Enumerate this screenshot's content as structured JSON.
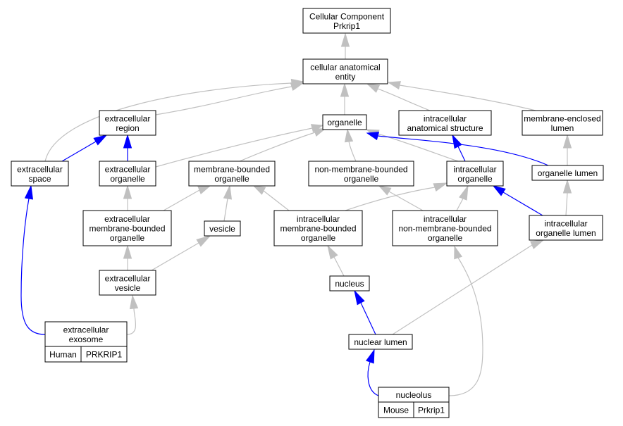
{
  "colors": {
    "is_a_edge": "#c0c0c0",
    "part_of_edge": "#0000ff",
    "human_tag": "#fa6a4f",
    "mouse_tag": "#add8e6"
  },
  "nodes": {
    "root": {
      "lines": [
        "Cellular Component",
        "Prkrip1"
      ]
    },
    "cae": {
      "lines": [
        "cellular anatomical",
        "entity"
      ]
    },
    "exreg": {
      "lines": [
        "extracellular",
        "region"
      ]
    },
    "org": {
      "lines": [
        "organelle"
      ]
    },
    "ias": {
      "lines": [
        "intracellular",
        "anatomical structure"
      ]
    },
    "mel": {
      "lines": [
        "membrane-enclosed",
        "lumen"
      ]
    },
    "exsp": {
      "lines": [
        "extracellular",
        "space"
      ]
    },
    "exorg": {
      "lines": [
        "extracellular",
        "organelle"
      ]
    },
    "mbo": {
      "lines": [
        "membrane-bounded",
        "organelle"
      ]
    },
    "nmbo": {
      "lines": [
        "non-membrane-bounded",
        "organelle"
      ]
    },
    "io": {
      "lines": [
        "intracellular",
        "organelle"
      ]
    },
    "ol": {
      "lines": [
        "organelle lumen"
      ]
    },
    "exmbo": {
      "lines": [
        "extracellular",
        "membrane-bounded",
        "organelle"
      ]
    },
    "ves": {
      "lines": [
        "vesicle"
      ]
    },
    "imbo": {
      "lines": [
        "intracellular",
        "membrane-bounded",
        "organelle"
      ]
    },
    "inmbo": {
      "lines": [
        "intracellular",
        "non-membrane-bounded",
        "organelle"
      ]
    },
    "iol": {
      "lines": [
        "intracellular",
        "organelle lumen"
      ]
    },
    "exves": {
      "lines": [
        "extracellular",
        "vesicle"
      ]
    },
    "nuc": {
      "lines": [
        "nucleus"
      ]
    },
    "exo": {
      "lines": [
        "extracellular",
        "exosome"
      ],
      "tags": [
        "Human",
        "PRKRIP1"
      ],
      "tag_color": "human"
    },
    "nl": {
      "lines": [
        "nuclear lumen"
      ]
    },
    "nlo": {
      "lines": [
        "nucleolus"
      ],
      "tags": [
        "Mouse",
        "Prkrip1"
      ],
      "tag_color": "mouse"
    }
  },
  "edges": [
    {
      "from": "cae",
      "to": "root",
      "type": "is_a"
    },
    {
      "from": "exreg",
      "to": "cae",
      "type": "is_a"
    },
    {
      "from": "org",
      "to": "cae",
      "type": "is_a"
    },
    {
      "from": "ias",
      "to": "cae",
      "type": "is_a"
    },
    {
      "from": "mel",
      "to": "cae",
      "type": "is_a"
    },
    {
      "from": "exsp",
      "to": "cae",
      "type": "is_a"
    },
    {
      "from": "exsp",
      "to": "exreg",
      "type": "part_of"
    },
    {
      "from": "exorg",
      "to": "exreg",
      "type": "part_of"
    },
    {
      "from": "exorg",
      "to": "org",
      "type": "is_a"
    },
    {
      "from": "mbo",
      "to": "org",
      "type": "is_a"
    },
    {
      "from": "nmbo",
      "to": "org",
      "type": "is_a"
    },
    {
      "from": "io",
      "to": "org",
      "type": "is_a"
    },
    {
      "from": "io",
      "to": "ias",
      "type": "part_of"
    },
    {
      "from": "ol",
      "to": "mel",
      "type": "is_a"
    },
    {
      "from": "ol",
      "to": "org",
      "type": "part_of"
    },
    {
      "from": "exmbo",
      "to": "exorg",
      "type": "is_a"
    },
    {
      "from": "exmbo",
      "to": "mbo",
      "type": "is_a"
    },
    {
      "from": "ves",
      "to": "mbo",
      "type": "is_a"
    },
    {
      "from": "imbo",
      "to": "mbo",
      "type": "is_a"
    },
    {
      "from": "imbo",
      "to": "io",
      "type": "is_a"
    },
    {
      "from": "inmbo",
      "to": "nmbo",
      "type": "is_a"
    },
    {
      "from": "inmbo",
      "to": "io",
      "type": "is_a"
    },
    {
      "from": "iol",
      "to": "ol",
      "type": "is_a"
    },
    {
      "from": "iol",
      "to": "io",
      "type": "part_of"
    },
    {
      "from": "exves",
      "to": "exmbo",
      "type": "is_a"
    },
    {
      "from": "exves",
      "to": "ves",
      "type": "is_a"
    },
    {
      "from": "nuc",
      "to": "imbo",
      "type": "is_a"
    },
    {
      "from": "exo",
      "to": "exves",
      "type": "is_a"
    },
    {
      "from": "exo",
      "to": "exsp",
      "type": "part_of"
    },
    {
      "from": "nl",
      "to": "nuc",
      "type": "part_of"
    },
    {
      "from": "nl",
      "to": "iol",
      "type": "is_a"
    },
    {
      "from": "nlo",
      "to": "nl",
      "type": "part_of"
    },
    {
      "from": "nlo",
      "to": "inmbo",
      "type": "is_a"
    }
  ]
}
